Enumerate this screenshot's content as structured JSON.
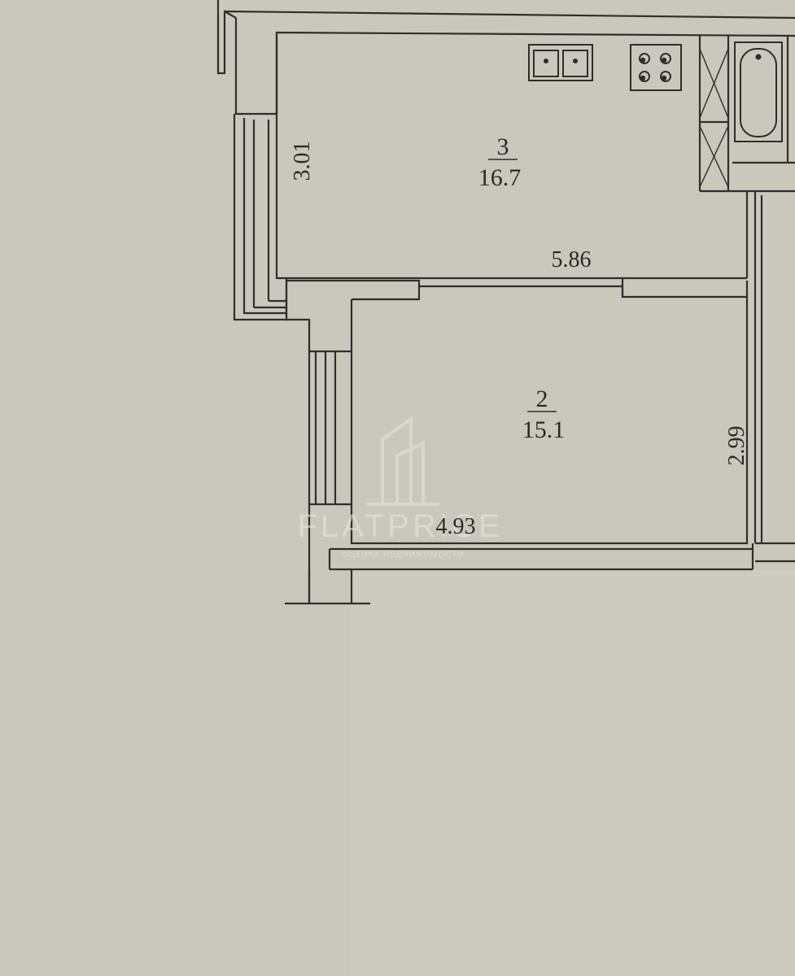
{
  "plan": {
    "rooms": [
      {
        "number": "3",
        "area": "16.7"
      },
      {
        "number": "2",
        "area": "15.1"
      }
    ],
    "dimensions": {
      "room3_side": "3.01",
      "room3_bottom": "5.86",
      "room2_side": "2.99",
      "room2_bottom": "4.93"
    },
    "watermark": {
      "brand": "FLATPRICE",
      "tagline": "ОЦЕНКА НЕДВИЖИМОСТИ"
    },
    "colors": {
      "paper": "#c9c8bd",
      "ink": "#2e2e2c"
    }
  }
}
